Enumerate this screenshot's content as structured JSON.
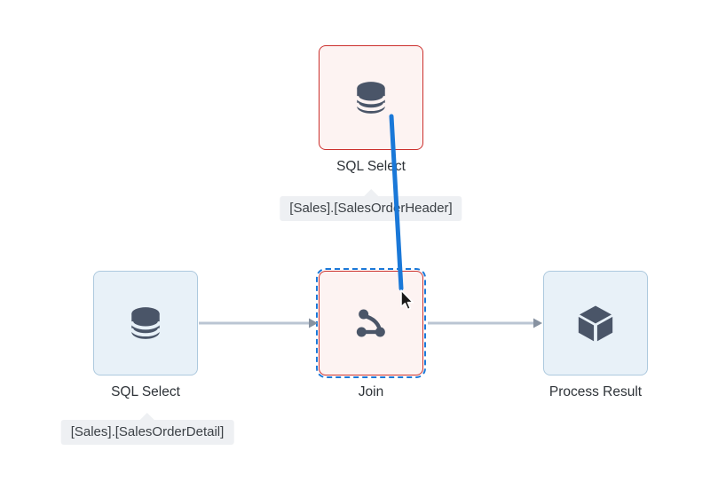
{
  "nodes": {
    "sql_select_header": {
      "label": "SQL Select",
      "tooltip": "[Sales].[SalesOrderHeader]",
      "icon": "database-icon",
      "state": "error"
    },
    "sql_select_detail": {
      "label": "SQL Select",
      "tooltip": "[Sales].[SalesOrderDetail]",
      "icon": "database-icon",
      "state": "normal"
    },
    "join": {
      "label": "Join",
      "icon": "join-icon",
      "state": "error-selected"
    },
    "process_result": {
      "label": "Process Result",
      "icon": "cube-icon",
      "state": "normal"
    }
  },
  "colors": {
    "error_border": "#cb2f2c",
    "error_bg": "#fdf3f2",
    "normal_border": "#adc9de",
    "normal_bg": "#e8f1f8",
    "icon_color": "#4a5568",
    "connector_line": "#bac5d3",
    "connector_arrow": "#8792a1",
    "drag_line": "#1a78d8",
    "selection_outline": "#1a78d8",
    "tooltip_bg": "#eef0f3",
    "tooltip_text": "#3c4146",
    "label_text": "#2e3338"
  }
}
